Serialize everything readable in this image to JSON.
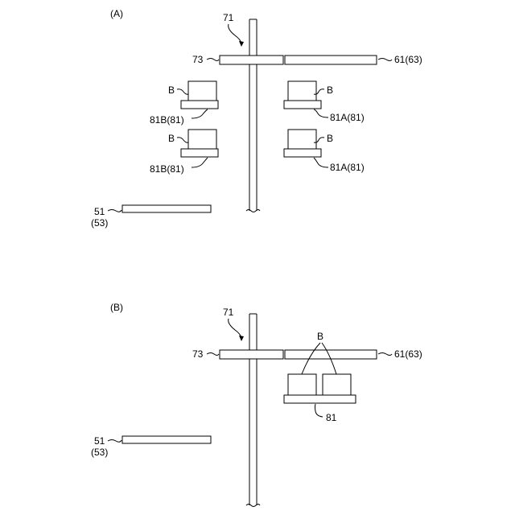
{
  "figure_a": {
    "panel_label": "(A)",
    "mechanism_label": "71",
    "left_arm_label": "73",
    "right_arm_label": "61(63)",
    "workpiece_labels": [
      "B",
      "B",
      "B",
      "B"
    ],
    "holder_labels": [
      "81B(81)",
      "81B(81)",
      "81A(81)",
      "81A(81)"
    ],
    "floor_plate_label_line1": "51",
    "floor_plate_label_line2": "(53)"
  },
  "figure_b": {
    "panel_label": "(B)",
    "mechanism_label": "71",
    "left_arm_label": "73",
    "right_arm_label": "61(63)",
    "workpiece_label": "B",
    "holder_label": "81",
    "floor_plate_label_line1": "51",
    "floor_plate_label_line2": "(53)"
  }
}
